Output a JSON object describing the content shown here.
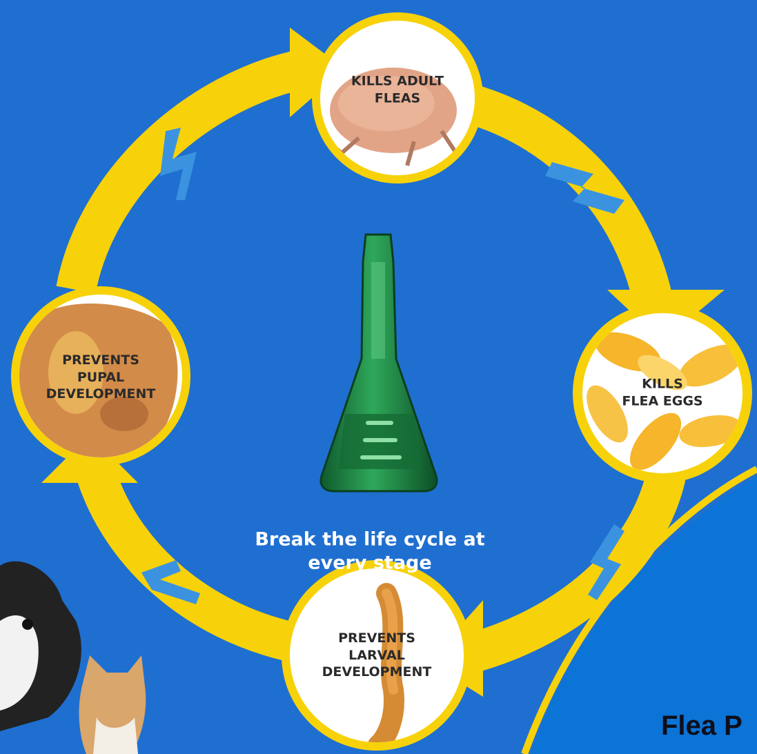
{
  "stages": [
    {
      "id": "adult",
      "lines": [
        "KILLS ADULT",
        "FLEAS"
      ]
    },
    {
      "id": "eggs",
      "lines": [
        "KILLS",
        "FLEA EGGS"
      ]
    },
    {
      "id": "larval",
      "lines": [
        "PREVENTS",
        "LARVAL",
        "DEVELOPMENT"
      ]
    },
    {
      "id": "pupal",
      "lines": [
        "PREVENTS",
        "PUPAL",
        "DEVELOPMENT"
      ]
    }
  ],
  "caption": {
    "line1": "Break the life cycle at",
    "line2": "every stage"
  },
  "brand": {
    "text": "Flea P"
  },
  "colors": {
    "background": "#1f6fd0",
    "arrow": "#f7d20a",
    "bolt": "#3b93e0",
    "tube": "#1f8a45"
  },
  "icons": [
    "flea-icon",
    "flea-egg-icon",
    "larva-icon",
    "pupa-icon",
    "applicator-tube-icon",
    "dog-icon",
    "cat-icon"
  ]
}
